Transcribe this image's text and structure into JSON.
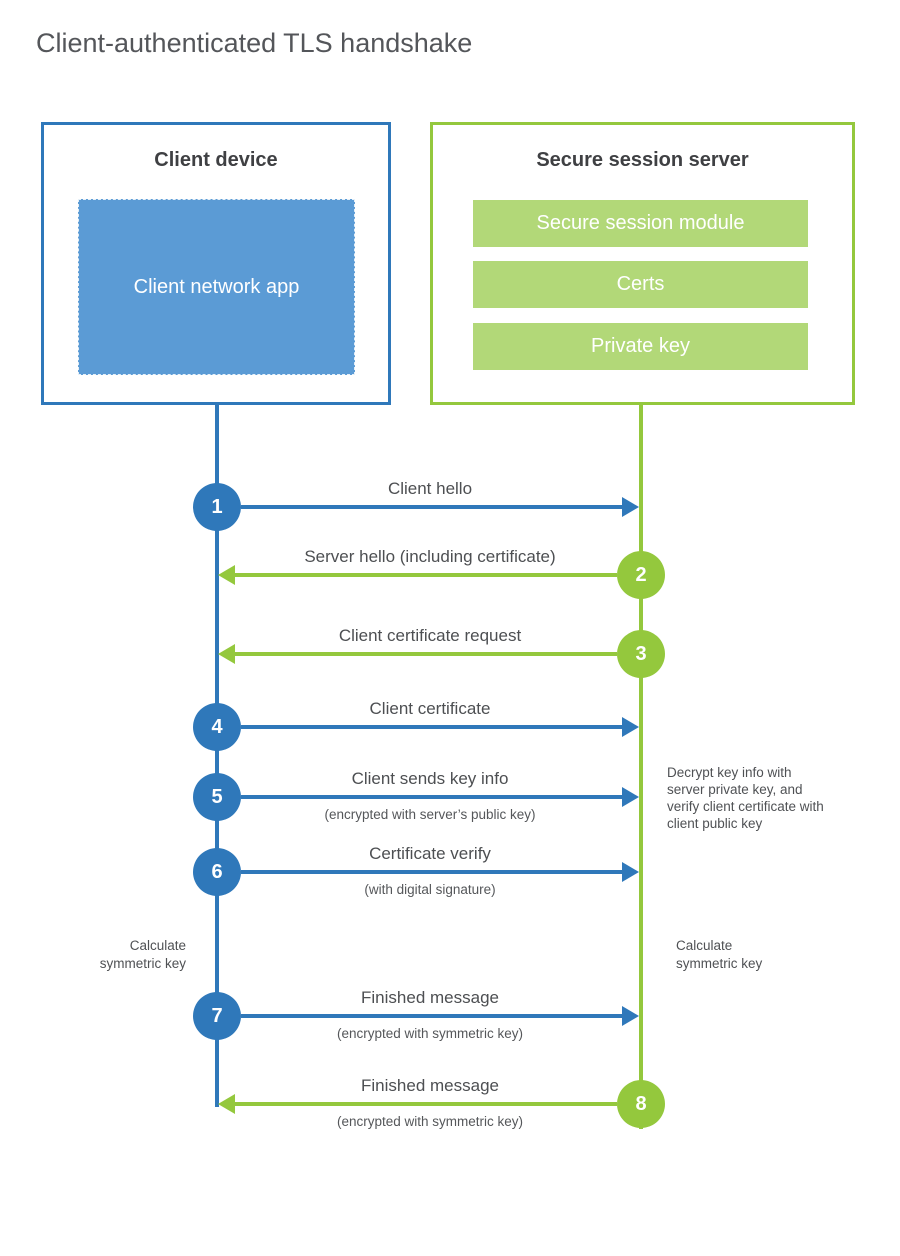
{
  "title": "Client-authenticated TLS handshake",
  "client": {
    "title": "Client device",
    "app_label": "Client network app"
  },
  "server": {
    "title": "Secure session server",
    "modules": [
      "Secure session module",
      "Certs",
      "Private key"
    ]
  },
  "steps": [
    {
      "number": "1",
      "label": "Client hello",
      "sublabel": "",
      "direction": "right",
      "actor": "client"
    },
    {
      "number": "2",
      "label": "Server hello (including certificate)",
      "sublabel": "",
      "direction": "left",
      "actor": "server"
    },
    {
      "number": "3",
      "label": "Client certificate request",
      "sublabel": "",
      "direction": "left",
      "actor": "server"
    },
    {
      "number": "4",
      "label": "Client certificate",
      "sublabel": "",
      "direction": "right",
      "actor": "client"
    },
    {
      "number": "5",
      "label": "Client sends key info",
      "sublabel": "(encrypted with server’s public key)",
      "direction": "right",
      "actor": "client"
    },
    {
      "number": "6",
      "label": "Certificate verify",
      "sublabel": "(with digital signature)",
      "direction": "right",
      "actor": "client"
    },
    {
      "number": "7",
      "label": "Finished message",
      "sublabel": "(encrypted with symmetric key)",
      "direction": "right",
      "actor": "client"
    },
    {
      "number": "8",
      "label": "Finished message",
      "sublabel": "(encrypted with symmetric key)",
      "direction": "left",
      "actor": "server"
    }
  ],
  "annotations": {
    "decrypt_note": "Decrypt key info with server private key, and verify client certificate with client public key",
    "calculate_left": "Calculate symmetric key",
    "calculate_right": "Calculate symmetric key"
  },
  "colors": {
    "blue": "#2f78ba",
    "blue_light": "#5b9bd5",
    "green": "#94c83d",
    "green_light": "#b2d878",
    "heading_text": "#3f4043",
    "label_text": "#4d4f52"
  }
}
